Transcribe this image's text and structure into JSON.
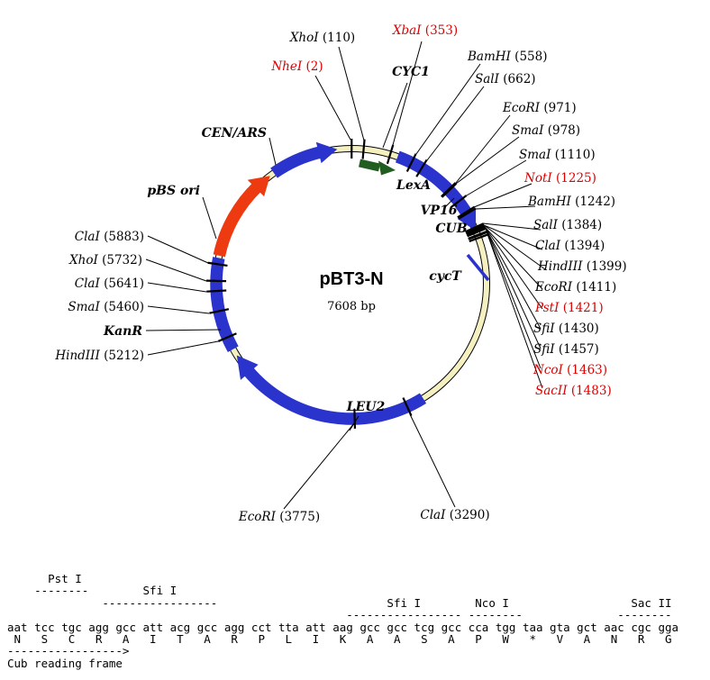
{
  "map": {
    "title": "pBT3-N",
    "size_label": "7608 bp",
    "colors": {
      "feature_blue": "#2a33cc",
      "ori_red": "#ee3a10",
      "lexa_green": "#215c21",
      "backbone_fill": "#f5f0c0",
      "site_red": "#dd0000"
    },
    "genes": [
      {
        "label": "CEN/ARS"
      },
      {
        "label": "pBS ori"
      },
      {
        "label": "CYC1"
      },
      {
        "label": "LexA"
      },
      {
        "label": "VP16"
      },
      {
        "label": "CUB"
      },
      {
        "label": "cycT"
      },
      {
        "label": "LEU2"
      },
      {
        "label": "KanR"
      }
    ],
    "sites": [
      {
        "name": "XhoI",
        "loc": "(110)",
        "color": "black"
      },
      {
        "name": "NheI",
        "loc": "(2)",
        "color": "red"
      },
      {
        "name": "XbaI",
        "loc": "(353)",
        "color": "red"
      },
      {
        "name": "BamHI",
        "loc": "(558)",
        "color": "black"
      },
      {
        "name": "SalI",
        "loc": "(662)",
        "color": "black"
      },
      {
        "name": "EcoRI",
        "loc": "(971)",
        "color": "black"
      },
      {
        "name": "SmaI",
        "loc": "(978)",
        "color": "black"
      },
      {
        "name": "SmaI",
        "loc": "(1110)",
        "color": "black"
      },
      {
        "name": "NotI",
        "loc": "(1225)",
        "color": "red"
      },
      {
        "name": "BamHI",
        "loc": "(1242)",
        "color": "black"
      },
      {
        "name": "SalI",
        "loc": "(1384)",
        "color": "black"
      },
      {
        "name": "ClaI",
        "loc": "(1394)",
        "color": "black"
      },
      {
        "name": "HindIII",
        "loc": "(1399)",
        "color": "black"
      },
      {
        "name": "EcoRI",
        "loc": "(1411)",
        "color": "black"
      },
      {
        "name": "PstI",
        "loc": "(1421)",
        "color": "red"
      },
      {
        "name": "SfiI",
        "loc": "(1430)",
        "color": "black"
      },
      {
        "name": "SfiI",
        "loc": "(1457)",
        "color": "black"
      },
      {
        "name": "NcoI",
        "loc": "(1463)",
        "color": "red"
      },
      {
        "name": "SacII",
        "loc": "(1483)",
        "color": "red"
      },
      {
        "name": "ClaI",
        "loc": "(3290)",
        "color": "black"
      },
      {
        "name": "EcoRI",
        "loc": "(3775)",
        "color": "black"
      },
      {
        "name": "HindIII",
        "loc": "(5212)",
        "color": "black"
      },
      {
        "name": "SmaI",
        "loc": "(5460)",
        "color": "black"
      },
      {
        "name": "ClaI",
        "loc": "(5641)",
        "color": "black"
      },
      {
        "name": "XhoI",
        "loc": "(5732)",
        "color": "black"
      },
      {
        "name": "ClaI",
        "loc": "(5883)",
        "color": "black"
      }
    ]
  },
  "sequence_panel": {
    "site_labels": [
      "Pst I",
      "Sfi I",
      "Sfi I",
      "Nco I",
      "Sac II"
    ],
    "dna_sequence": "aat tcc tgc agg gcc att acg gcc agg cct tta att aag gcc gcc tcg gcc cca tgg taa gta gct aac cgc gga",
    "translation": "N S C R A I T A R P L I K A A S A P W * V A N R G",
    "reading_frame_label": "Cub reading frame",
    "lines": [
      "      Pst I",
      "    --------        Sfi I",
      "              -----------------                         Sfi I        Nco I                  Sac II",
      "                                                  ----------------- --------              --------",
      "aat tcc tgc agg gcc att acg gcc agg cct tta att aag gcc gcc tcg gcc cca tgg taa gta gct aac cgc gga",
      " N   S   C   R   A   I   T   A   R   P   L   I   K   A   A   S   A   P   W   *   V   A   N   R   G",
      "----------------->",
      "Cub reading frame"
    ]
  }
}
